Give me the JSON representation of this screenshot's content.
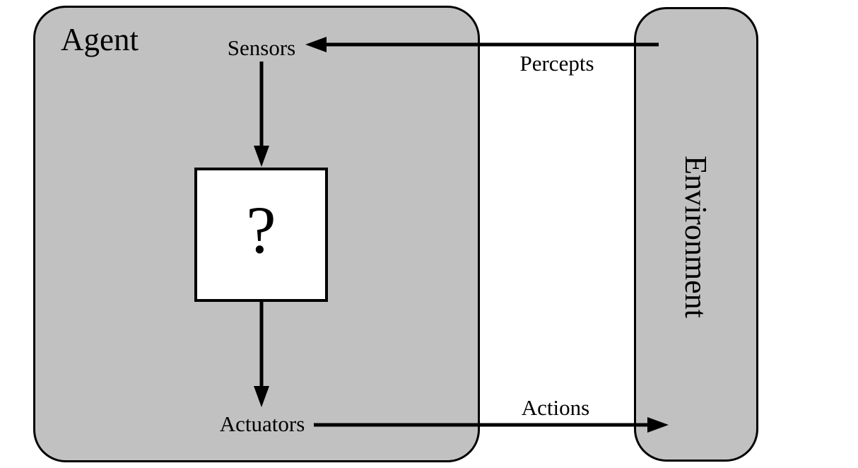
{
  "agent": {
    "label": "Agent",
    "sensors_label": "Sensors",
    "actuators_label": "Actuators",
    "program_label": "?"
  },
  "environment": {
    "label": "Environment"
  },
  "arrows": {
    "percepts_label": "Percepts",
    "actions_label": "Actions"
  },
  "colors": {
    "box_fill": "#c1c1c1",
    "stroke": "#000000",
    "program_box_fill": "#ffffff",
    "background": "#ffffff"
  }
}
